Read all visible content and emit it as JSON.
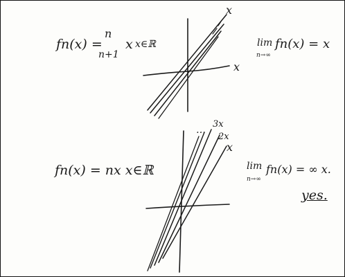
{
  "notes": {
    "top": {
      "formula_lhs": "fn(x) =",
      "fraction_numerator": "n",
      "fraction_denominator": "n+1",
      "formula_rhs": "x",
      "formula_domain": "x∈ℝ",
      "graph_label_steep": "x",
      "graph_label_axis": "x",
      "limit_op": "lim",
      "limit_sub": "n→∞",
      "limit_expr": "fn(x) = x"
    },
    "bottom": {
      "formula": "fn(x) = nx x∈ℝ",
      "graph_label_dots": "…",
      "graph_label_3x": "3x",
      "graph_label_2x": "2x",
      "graph_label_x": "x",
      "limit_op": "lim",
      "limit_sub": "n→∞",
      "limit_expr": "fn(x) = ∞ x.",
      "verdict": "yes."
    }
  }
}
